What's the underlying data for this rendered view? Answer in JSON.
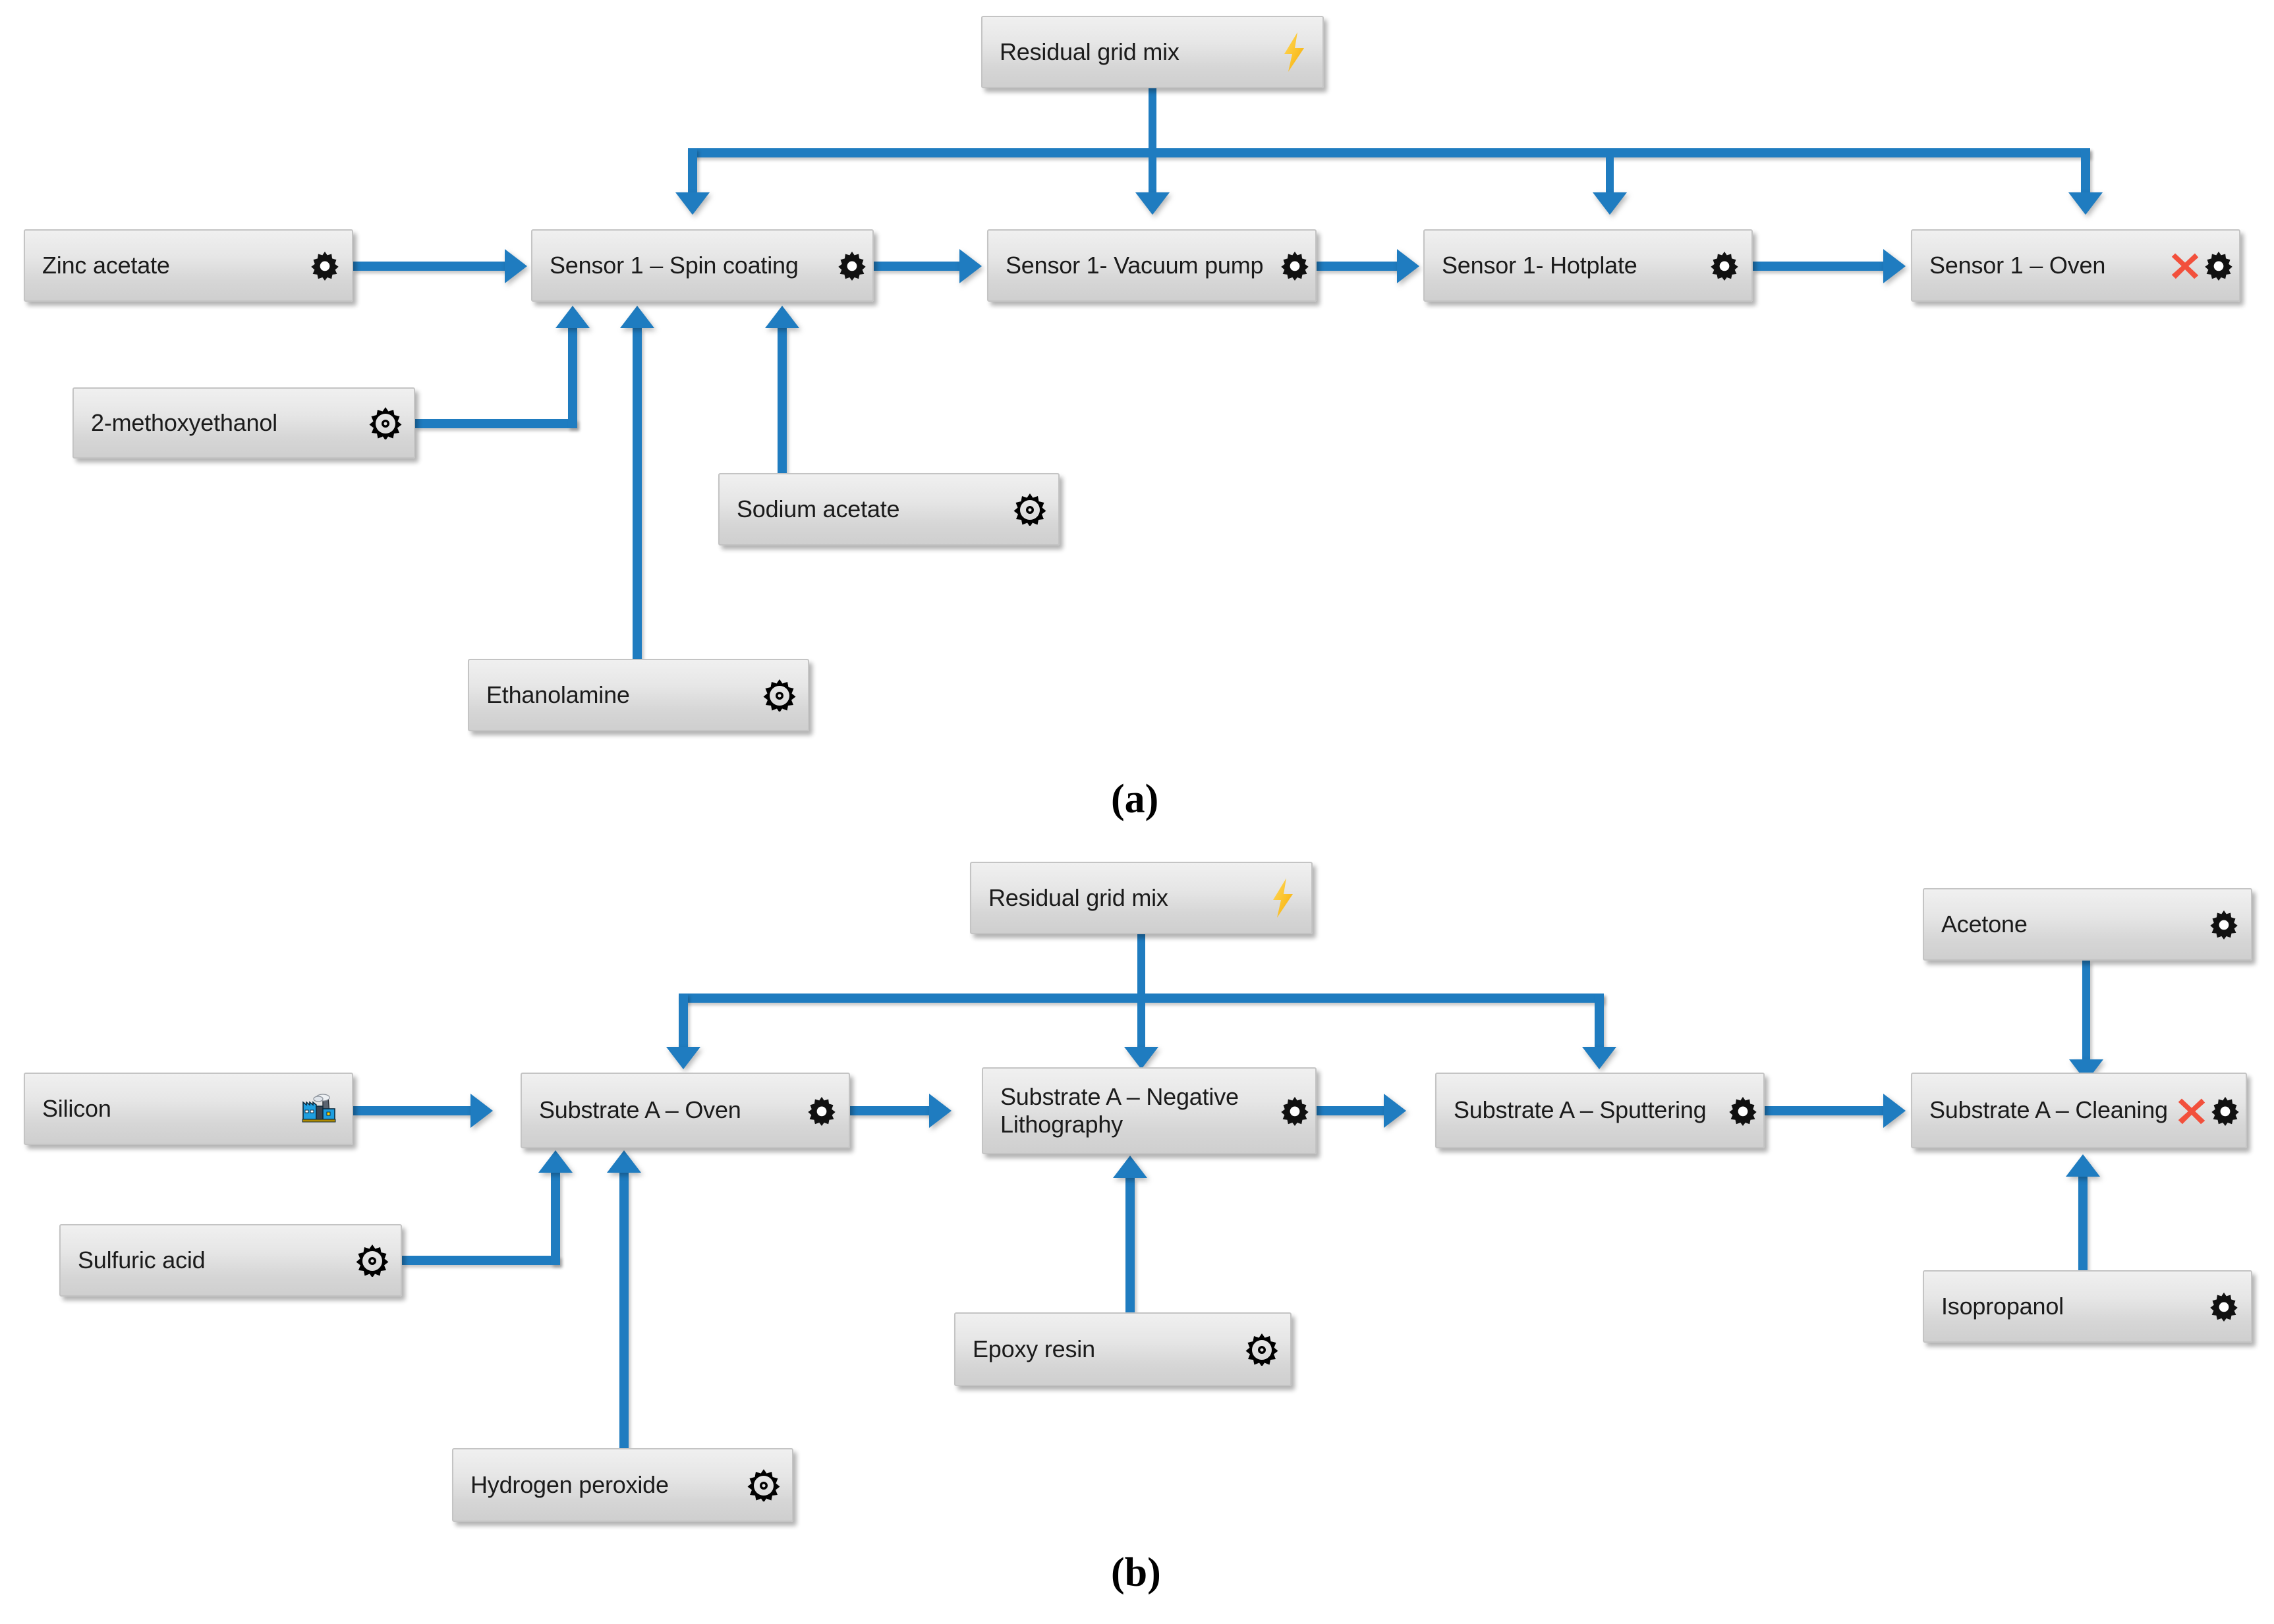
{
  "figure": {
    "panels": [
      {
        "id": "a",
        "caption": "(a)"
      },
      {
        "id": "b",
        "caption": "(b)"
      }
    ]
  },
  "colors": {
    "arrow_blue": "#1f7cc0",
    "box_fill_top": "#f0f0f0",
    "box_fill_bottom": "#cfcfcf",
    "box_border": "#c4c4c4",
    "gear_black": "#111111",
    "gear_blue_light": "#18d2ff",
    "gear_blue_dark": "#1f7cf0",
    "x_red": "#f2503c",
    "bolt_yellow": "#fbc22b",
    "factory_blue": "#1e9fe0"
  },
  "panel_a": {
    "caption": "(a)",
    "energy": {
      "label": "Residual grid mix",
      "icon": "lightning-bolt-icon"
    },
    "materials": [
      {
        "label": "Zinc acetate",
        "icon": "gear-black-icon"
      },
      {
        "label": "2-methoxyethanol",
        "icon": "gear-blue-icon"
      },
      {
        "label": "Sodium acetate",
        "icon": "gear-blue-icon"
      },
      {
        "label": "Ethanolamine",
        "icon": "gear-blue-icon"
      }
    ],
    "processes": [
      {
        "label": "Sensor 1 – Spin coating",
        "icons": [
          "gear-black-icon"
        ]
      },
      {
        "label": "Sensor 1- Vacuum pump",
        "icons": [
          "gear-black-icon"
        ]
      },
      {
        "label": "Sensor 1- Hotplate",
        "icons": [
          "gear-black-icon"
        ]
      },
      {
        "label": "Sensor 1 – Oven",
        "icons": [
          "x-red-icon",
          "gear-black-icon"
        ]
      }
    ]
  },
  "panel_b": {
    "caption": "(b)",
    "energy": {
      "label": "Residual grid mix",
      "icon": "lightning-bolt-icon"
    },
    "materials": [
      {
        "label": "Silicon",
        "icon": "factory-icon"
      },
      {
        "label": "Sulfuric acid",
        "icon": "gear-blue-icon"
      },
      {
        "label": "Hydrogen peroxide",
        "icon": "gear-blue-icon"
      },
      {
        "label": "Epoxy resin",
        "icon": "gear-blue-icon"
      },
      {
        "label": "Acetone",
        "icon": "gear-black-icon"
      },
      {
        "label": "Isopropanol",
        "icon": "gear-black-icon"
      }
    ],
    "processes": [
      {
        "label": "Substrate A – Oven",
        "icons": [
          "gear-black-icon"
        ]
      },
      {
        "label": "Substrate A – Negative\nLithography",
        "icons": [
          "gear-black-icon"
        ]
      },
      {
        "label": "Substrate A – Sputtering",
        "icons": [
          "gear-black-icon"
        ]
      },
      {
        "label": "Substrate A – Cleaning",
        "icons": [
          "x-red-icon",
          "gear-black-icon"
        ]
      }
    ]
  }
}
